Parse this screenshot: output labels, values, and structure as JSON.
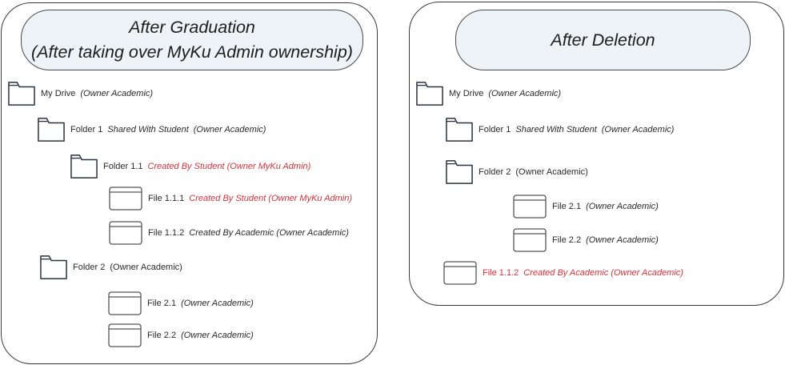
{
  "left_panel": {
    "title_line1": "After Graduation",
    "title_line2": "(After taking over MyKu Admin ownership)",
    "items": [
      {
        "kind": "folder",
        "name": "My Drive",
        "shared": "",
        "owner": "(Owner Academic)"
      },
      {
        "kind": "folder",
        "name": "Folder 1",
        "shared": "Shared With Student",
        "owner": "(Owner Academic)"
      },
      {
        "kind": "folder",
        "name": "Folder 1.1",
        "created": "Created By Student (Owner MyKu Admin)"
      },
      {
        "kind": "file",
        "name": "File 1.1.1",
        "created": "Created By Student (Owner MyKu Admin)"
      },
      {
        "kind": "file",
        "name": "File 1.1.2",
        "created": "Created By Academic (Owner Academic)"
      },
      {
        "kind": "folder",
        "name": "Folder 2",
        "owner": "(Owner Academic)"
      },
      {
        "kind": "file",
        "name": "File 2.1",
        "owner": "(Owner Academic)"
      },
      {
        "kind": "file",
        "name": "File 2.2",
        "owner": "(Owner Academic)"
      }
    ]
  },
  "right_panel": {
    "title": "After Deletion",
    "items": [
      {
        "kind": "folder",
        "name": "My Drive",
        "owner": "(Owner Academic)"
      },
      {
        "kind": "folder",
        "name": "Folder 1",
        "shared": "Shared With Student",
        "owner": "(Owner Academic)"
      },
      {
        "kind": "folder",
        "name": "Folder 2",
        "owner": "(Owner Academic)"
      },
      {
        "kind": "file",
        "name": "File 2.1",
        "owner": "(Owner Academic)"
      },
      {
        "kind": "file",
        "name": "File 2.2",
        "owner": "(Owner Academic)"
      },
      {
        "kind": "file",
        "name": "File 1.1.2",
        "created": "Created By Academic (Owner Academic)"
      }
    ]
  },
  "colors": {
    "highlight": "#d6303a",
    "icon_stroke": "#2b3340",
    "pill_fill": "#eef3f7"
  }
}
